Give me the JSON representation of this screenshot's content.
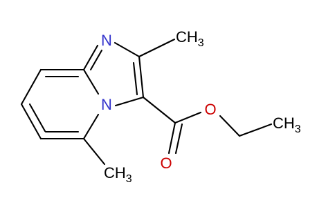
{
  "molecule": {
    "atoms": {
      "n_imine": "N",
      "n_bridge": "N",
      "methyl_top": "CH",
      "methyl_top_sub": "3",
      "methyl_bottom": "CH",
      "methyl_bottom_sub": "3",
      "ethyl": "CH",
      "ethyl_sub": "3",
      "ester_o": "O",
      "carbonyl_o": "O"
    },
    "colors": {
      "nitrogen": "#3333cc",
      "oxygen": "#cc0000",
      "carbon": "#000000",
      "bond": "#000000"
    }
  }
}
